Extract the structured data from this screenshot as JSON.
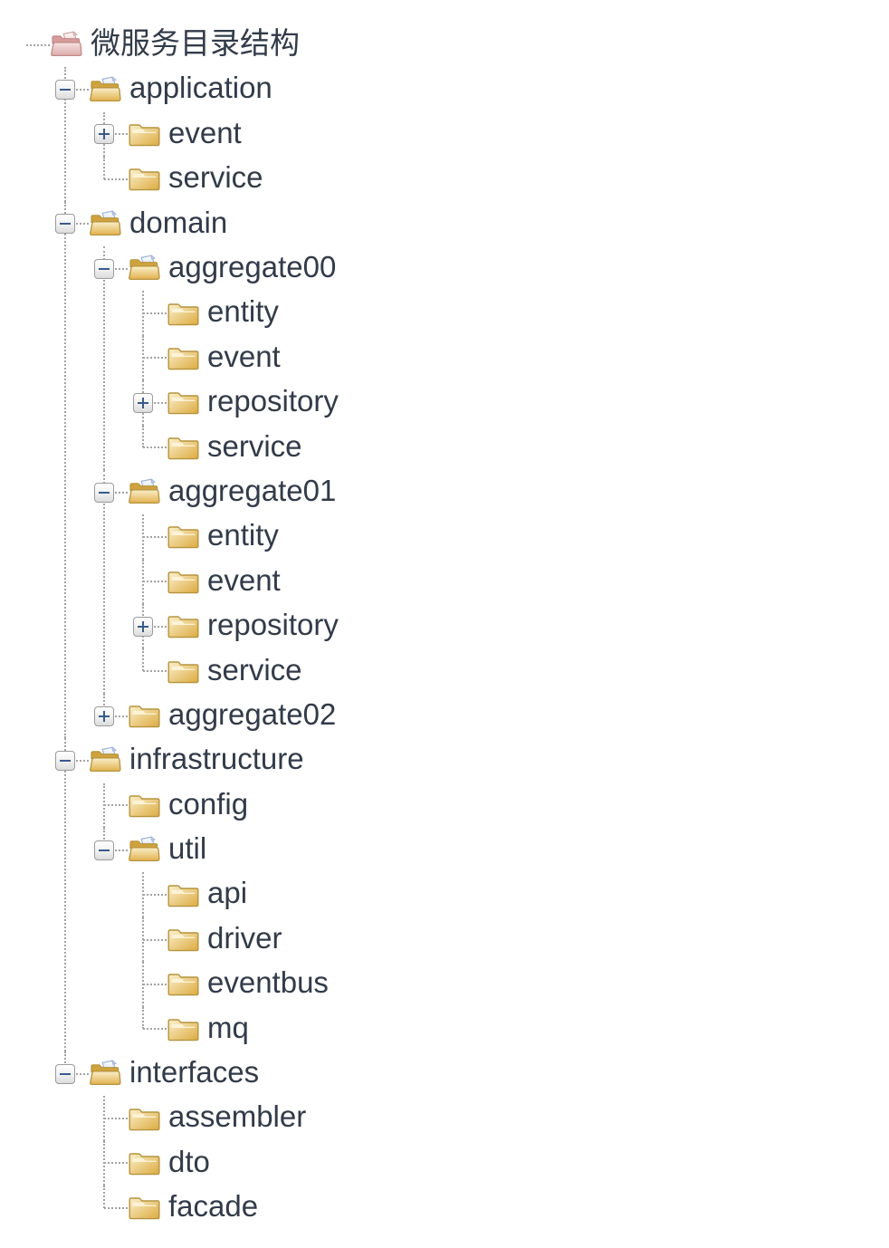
{
  "tree": {
    "root": {
      "label": "微服务目录结构",
      "icon": "root",
      "children": [
        {
          "label": "application",
          "icon": "open",
          "expander": "minus",
          "children": [
            {
              "label": "event",
              "icon": "closed",
              "expander": "plus"
            },
            {
              "label": "service",
              "icon": "closed"
            }
          ]
        },
        {
          "label": "domain",
          "icon": "open",
          "expander": "minus",
          "children": [
            {
              "label": "aggregate00",
              "icon": "open",
              "expander": "minus",
              "children": [
                {
                  "label": "entity",
                  "icon": "closed"
                },
                {
                  "label": "event",
                  "icon": "closed"
                },
                {
                  "label": "repository",
                  "icon": "closed",
                  "expander": "plus"
                },
                {
                  "label": "service",
                  "icon": "closed"
                }
              ]
            },
            {
              "label": "aggregate01",
              "icon": "open",
              "expander": "minus",
              "children": [
                {
                  "label": "entity",
                  "icon": "closed"
                },
                {
                  "label": "event",
                  "icon": "closed"
                },
                {
                  "label": "repository",
                  "icon": "closed",
                  "expander": "plus"
                },
                {
                  "label": "service",
                  "icon": "closed"
                }
              ]
            },
            {
              "label": "aggregate02",
              "icon": "closed",
              "expander": "plus"
            }
          ]
        },
        {
          "label": "infrastructure",
          "icon": "open",
          "expander": "minus",
          "children": [
            {
              "label": "config",
              "icon": "closed"
            },
            {
              "label": "util",
              "icon": "open",
              "expander": "minus",
              "children": [
                {
                  "label": "api",
                  "icon": "closed"
                },
                {
                  "label": "driver",
                  "icon": "closed"
                },
                {
                  "label": "eventbus",
                  "icon": "closed"
                },
                {
                  "label": "mq",
                  "icon": "closed"
                }
              ]
            }
          ]
        },
        {
          "label": "interfaces",
          "icon": "open",
          "expander": "minus",
          "children": [
            {
              "label": "assembler",
              "icon": "closed"
            },
            {
              "label": "dto",
              "icon": "closed"
            },
            {
              "label": "facade",
              "icon": "closed"
            }
          ]
        }
      ]
    }
  },
  "icons": {
    "root": "root-folder-icon",
    "open": "open-folder-icon",
    "closed": "closed-folder-icon",
    "minus": "collapse-toggle-icon",
    "plus": "expand-toggle-icon"
  },
  "colors": {
    "text": "#323b49",
    "connector": "#a3a3a3",
    "expander_symbol": "#3a5a8d",
    "expander_border": "#9b9b9b",
    "folder_gold": "#e2b14e",
    "folder_gold_light": "#f9efcb",
    "folder_stroke": "#b6933c",
    "paper_blue": "#ccd9ee",
    "root_folder_pink": "#dcaaaa",
    "root_folder_pink_light": "#f6e3e3",
    "background": "#ffffff"
  }
}
